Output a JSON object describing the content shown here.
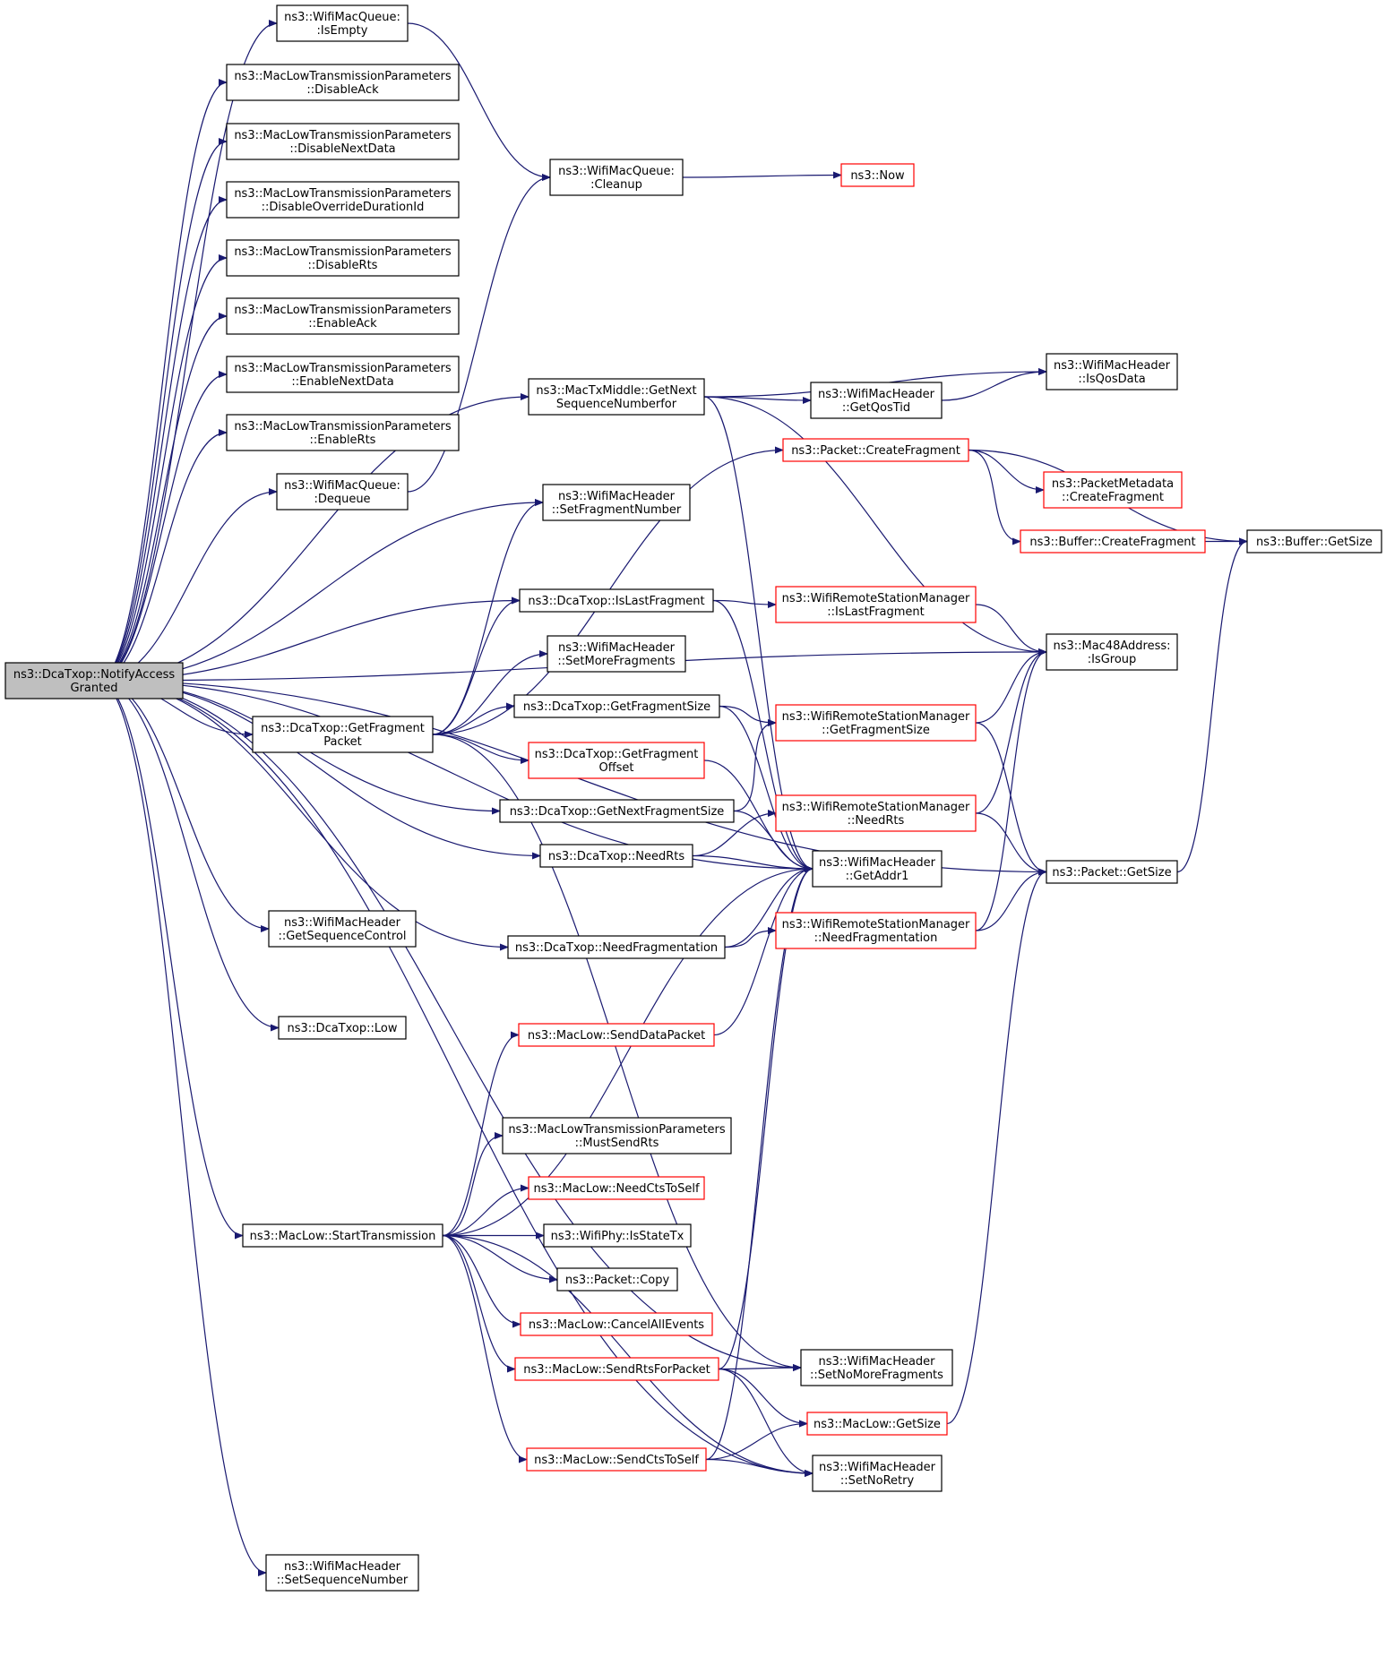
{
  "colors": {
    "edge": "#191970",
    "normal_border": "#000000",
    "external_border": "#ff0000",
    "root_fill": "#bfbfbf"
  },
  "nodes": {
    "notify": {
      "lines": [
        "ns3::DcaTxop::NotifyAccess",
        "Granted"
      ],
      "kind": "root"
    },
    "isEmpty": {
      "lines": [
        "ns3::WifiMacQueue:",
        ":IsEmpty"
      ],
      "kind": "normal"
    },
    "disableAck": {
      "lines": [
        "ns3::MacLowTransmissionParameters",
        "::DisableAck"
      ],
      "kind": "normal"
    },
    "disableNext": {
      "lines": [
        "ns3::MacLowTransmissionParameters",
        "::DisableNextData"
      ],
      "kind": "normal"
    },
    "disableOvr": {
      "lines": [
        "ns3::MacLowTransmissionParameters",
        "::DisableOverrideDurationId"
      ],
      "kind": "normal"
    },
    "disableRts": {
      "lines": [
        "ns3::MacLowTransmissionParameters",
        "::DisableRts"
      ],
      "kind": "normal"
    },
    "enableAck": {
      "lines": [
        "ns3::MacLowTransmissionParameters",
        "::EnableAck"
      ],
      "kind": "normal"
    },
    "enableNext": {
      "lines": [
        "ns3::MacLowTransmissionParameters",
        "::EnableNextData"
      ],
      "kind": "normal"
    },
    "enableRts": {
      "lines": [
        "ns3::MacLowTransmissionParameters",
        "::EnableRts"
      ],
      "kind": "normal"
    },
    "dequeue": {
      "lines": [
        "ns3::WifiMacQueue:",
        ":Dequeue"
      ],
      "kind": "normal"
    },
    "getFragPkt": {
      "lines": [
        "ns3::DcaTxop::GetFragment",
        "Packet"
      ],
      "kind": "normal"
    },
    "getSeqCtl": {
      "lines": [
        "ns3::WifiMacHeader",
        "::GetSequenceControl"
      ],
      "kind": "normal"
    },
    "low": {
      "lines": [
        "ns3::DcaTxop::Low"
      ],
      "kind": "normal"
    },
    "startTx": {
      "lines": [
        "ns3::MacLow::StartTransmission"
      ],
      "kind": "normal"
    },
    "setSeqNum": {
      "lines": [
        "ns3::WifiMacHeader",
        "::SetSequenceNumber"
      ],
      "kind": "normal"
    },
    "cleanup": {
      "lines": [
        "ns3::WifiMacQueue:",
        ":Cleanup"
      ],
      "kind": "normal"
    },
    "getNextSeq": {
      "lines": [
        "ns3::MacTxMiddle::GetNext",
        "SequenceNumberfor"
      ],
      "kind": "normal"
    },
    "setFragNum": {
      "lines": [
        "ns3::WifiMacHeader",
        "::SetFragmentNumber"
      ],
      "kind": "normal"
    },
    "isLastFrag": {
      "lines": [
        "ns3::DcaTxop::IsLastFragment"
      ],
      "kind": "normal"
    },
    "setMoreFrag": {
      "lines": [
        "ns3::WifiMacHeader",
        "::SetMoreFragments"
      ],
      "kind": "normal"
    },
    "getFragSize": {
      "lines": [
        "ns3::DcaTxop::GetFragmentSize"
      ],
      "kind": "normal"
    },
    "getFragOff": {
      "lines": [
        "ns3::DcaTxop::GetFragment",
        "Offset"
      ],
      "kind": "red"
    },
    "getNextFrag": {
      "lines": [
        "ns3::DcaTxop::GetNextFragmentSize"
      ],
      "kind": "normal"
    },
    "needRts": {
      "lines": [
        "ns3::DcaTxop::NeedRts"
      ],
      "kind": "normal"
    },
    "needFragm": {
      "lines": [
        "ns3::DcaTxop::NeedFragmentation"
      ],
      "kind": "normal"
    },
    "sendData": {
      "lines": [
        "ns3::MacLow::SendDataPacket"
      ],
      "kind": "red"
    },
    "mustSendRts": {
      "lines": [
        "ns3::MacLowTransmissionParameters",
        "::MustSendRts"
      ],
      "kind": "normal"
    },
    "needCts": {
      "lines": [
        "ns3::MacLow::NeedCtsToSelf"
      ],
      "kind": "red"
    },
    "isStateTx": {
      "lines": [
        "ns3::WifiPhy::IsStateTx"
      ],
      "kind": "normal"
    },
    "pktCopy": {
      "lines": [
        "ns3::Packet::Copy"
      ],
      "kind": "normal"
    },
    "cancelAll": {
      "lines": [
        "ns3::MacLow::CancelAllEvents"
      ],
      "kind": "red"
    },
    "sendRts": {
      "lines": [
        "ns3::MacLow::SendRtsForPacket"
      ],
      "kind": "red"
    },
    "sendCts": {
      "lines": [
        "ns3::MacLow::SendCtsToSelf"
      ],
      "kind": "red"
    },
    "now": {
      "lines": [
        "ns3::Now"
      ],
      "kind": "red"
    },
    "getQosTid": {
      "lines": [
        "ns3::WifiMacHeader",
        "::GetQosTid"
      ],
      "kind": "normal"
    },
    "pktCreateFrag": {
      "lines": [
        "ns3::Packet::CreateFragment"
      ],
      "kind": "red"
    },
    "rsmIsLast": {
      "lines": [
        "ns3::WifiRemoteStationManager",
        "::IsLastFragment"
      ],
      "kind": "red"
    },
    "rsmFragSize": {
      "lines": [
        "ns3::WifiRemoteStationManager",
        "::GetFragmentSize"
      ],
      "kind": "red"
    },
    "rsmNeedRts": {
      "lines": [
        "ns3::WifiRemoteStationManager",
        "::NeedRts"
      ],
      "kind": "red"
    },
    "getAddr1": {
      "lines": [
        "ns3::WifiMacHeader",
        "::GetAddr1"
      ],
      "kind": "normal"
    },
    "rsmNeedFragm": {
      "lines": [
        "ns3::WifiRemoteStationManager",
        "::NeedFragmentation"
      ],
      "kind": "red"
    },
    "setNoMore": {
      "lines": [
        "ns3::WifiMacHeader",
        "::SetNoMoreFragments"
      ],
      "kind": "normal"
    },
    "macLowGetSize": {
      "lines": [
        "ns3::MacLow::GetSize"
      ],
      "kind": "red"
    },
    "setNoRetry": {
      "lines": [
        "ns3::WifiMacHeader",
        "::SetNoRetry"
      ],
      "kind": "normal"
    },
    "isQosData": {
      "lines": [
        "ns3::WifiMacHeader",
        "::IsQosData"
      ],
      "kind": "normal"
    },
    "pmCreateFrag": {
      "lines": [
        "ns3::PacketMetadata",
        "::CreateFragment"
      ],
      "kind": "red"
    },
    "bufCreateFrag": {
      "lines": [
        "ns3::Buffer::CreateFragment"
      ],
      "kind": "red"
    },
    "isGroup": {
      "lines": [
        "ns3::Mac48Address:",
        ":IsGroup"
      ],
      "kind": "normal"
    },
    "pktGetSize": {
      "lines": [
        "ns3::Packet::GetSize"
      ],
      "kind": "normal"
    },
    "bufGetSize": {
      "lines": [
        "ns3::Buffer::GetSize"
      ],
      "kind": "normal"
    }
  },
  "edges": [
    [
      "notify",
      "isEmpty"
    ],
    [
      "notify",
      "disableAck"
    ],
    [
      "notify",
      "disableNext"
    ],
    [
      "notify",
      "disableOvr"
    ],
    [
      "notify",
      "disableRts"
    ],
    [
      "notify",
      "enableAck"
    ],
    [
      "notify",
      "enableNext"
    ],
    [
      "notify",
      "enableRts"
    ],
    [
      "notify",
      "dequeue"
    ],
    [
      "notify",
      "getNextSeq"
    ],
    [
      "notify",
      "isGroup"
    ],
    [
      "notify",
      "setFragNum"
    ],
    [
      "notify",
      "isLastFrag"
    ],
    [
      "notify",
      "getFragPkt"
    ],
    [
      "notify",
      "getNextFrag"
    ],
    [
      "notify",
      "needRts"
    ],
    [
      "notify",
      "getAddr1"
    ],
    [
      "notify",
      "getSeqCtl"
    ],
    [
      "notify",
      "needFragm"
    ],
    [
      "notify",
      "low"
    ],
    [
      "notify",
      "startTx"
    ],
    [
      "notify",
      "setNoMore"
    ],
    [
      "notify",
      "setNoRetry"
    ],
    [
      "notify",
      "setSeqNum"
    ],
    [
      "notify",
      "pktGetSize"
    ],
    [
      "isEmpty",
      "cleanup"
    ],
    [
      "dequeue",
      "cleanup"
    ],
    [
      "cleanup",
      "now"
    ],
    [
      "getNextSeq",
      "isQosData"
    ],
    [
      "getNextSeq",
      "getQosTid"
    ],
    [
      "getNextSeq",
      "getAddr1"
    ],
    [
      "getNextSeq",
      "isGroup"
    ],
    [
      "getQosTid",
      "isQosData"
    ],
    [
      "getFragPkt",
      "setFragNum"
    ],
    [
      "getFragPkt",
      "pktCreateFrag"
    ],
    [
      "getFragPkt",
      "isLastFrag"
    ],
    [
      "getFragPkt",
      "setMoreFrag"
    ],
    [
      "getFragPkt",
      "getFragSize"
    ],
    [
      "getFragPkt",
      "getFragOff"
    ],
    [
      "getFragPkt",
      "setNoMore"
    ],
    [
      "isLastFrag",
      "rsmIsLast"
    ],
    [
      "isLastFrag",
      "getAddr1"
    ],
    [
      "getFragSize",
      "rsmFragSize"
    ],
    [
      "getFragSize",
      "getAddr1"
    ],
    [
      "getFragOff",
      "getAddr1"
    ],
    [
      "getNextFrag",
      "rsmFragSize"
    ],
    [
      "getNextFrag",
      "getAddr1"
    ],
    [
      "needRts",
      "rsmNeedRts"
    ],
    [
      "needRts",
      "getAddr1"
    ],
    [
      "needFragm",
      "getAddr1"
    ],
    [
      "needFragm",
      "rsmNeedFragm"
    ],
    [
      "pktCreateFrag",
      "bufGetSize"
    ],
    [
      "pktCreateFrag",
      "pmCreateFrag"
    ],
    [
      "pktCreateFrag",
      "bufCreateFrag"
    ],
    [
      "bufCreateFrag",
      "bufGetSize"
    ],
    [
      "rsmIsLast",
      "isGroup"
    ],
    [
      "rsmFragSize",
      "isGroup"
    ],
    [
      "rsmFragSize",
      "pktGetSize"
    ],
    [
      "rsmNeedRts",
      "isGroup"
    ],
    [
      "rsmNeedRts",
      "pktGetSize"
    ],
    [
      "rsmNeedFragm",
      "isGroup"
    ],
    [
      "rsmNeedFragm",
      "pktGetSize"
    ],
    [
      "pktGetSize",
      "bufGetSize"
    ],
    [
      "startTx",
      "getAddr1"
    ],
    [
      "startTx",
      "sendData"
    ],
    [
      "startTx",
      "mustSendRts"
    ],
    [
      "startTx",
      "needCts"
    ],
    [
      "startTx",
      "isStateTx"
    ],
    [
      "startTx",
      "pktCopy"
    ],
    [
      "startTx",
      "cancelAll"
    ],
    [
      "startTx",
      "sendRts"
    ],
    [
      "startTx",
      "sendCts"
    ],
    [
      "startTx",
      "setNoRetry"
    ],
    [
      "sendData",
      "getAddr1"
    ],
    [
      "sendRts",
      "getAddr1"
    ],
    [
      "sendRts",
      "setNoMore"
    ],
    [
      "sendRts",
      "macLowGetSize"
    ],
    [
      "sendRts",
      "setNoRetry"
    ],
    [
      "sendCts",
      "getAddr1"
    ],
    [
      "sendCts",
      "macLowGetSize"
    ],
    [
      "sendCts",
      "setNoRetry"
    ],
    [
      "macLowGetSize",
      "pktGetSize"
    ]
  ]
}
